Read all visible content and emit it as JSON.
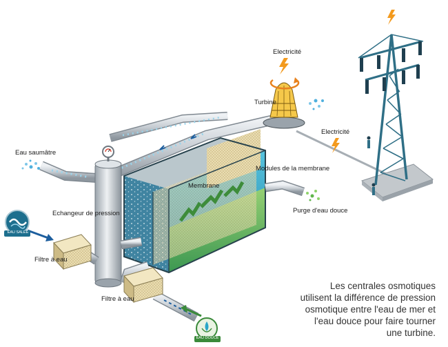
{
  "labels": {
    "electricite_top": "Electricité",
    "turbine": "Turbine",
    "electricite_line": "Electricité",
    "eau_saumatre": "Eau saumâtre",
    "modules_membrane": "Modules de la membrane",
    "membrane": "Membrane",
    "purge": "Purge d'eau douce",
    "echangeur": "Echangeur de pression",
    "filtre_left": "Filtre à eau",
    "filtre_bottom": "Filtre à eau"
  },
  "badges": {
    "sea": "EAU SALÉE",
    "fresh": "EAU DOUCE"
  },
  "caption": {
    "lines": [
      "Les centrales osmotiques",
      "utilisent la différence de pression",
      "osmotique entre l'eau de mer et",
      "l'eau douce pour faire tourner",
      "une turbine."
    ]
  },
  "colors": {
    "pipe": "#c9d0d6",
    "water": "#2aa6c9",
    "membrane_green": "#5fb54a",
    "filter": "#e8d9a8",
    "tower": "#2f6f86",
    "bolt": "#f39a1e"
  }
}
